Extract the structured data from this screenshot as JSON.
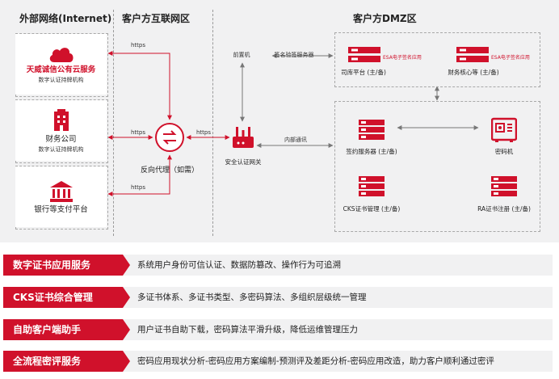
{
  "columns": {
    "internet": "外部网络(Internet)",
    "intranet": "客户方互联网区",
    "dmz": "客户方DMZ区"
  },
  "external": [
    {
      "title": "天威诚信公有云服务",
      "subtitle": "数字认证持牌机构",
      "icon": "cloud-icon",
      "accent": true
    },
    {
      "title": "财务公司",
      "subtitle": "数字认证持牌机构",
      "icon": "building-icon",
      "accent": false
    },
    {
      "title": "银行等支付平台",
      "subtitle": "",
      "icon": "bank-icon",
      "accent": false
    }
  ],
  "links": {
    "https": "https",
    "internal": "内部通讯"
  },
  "proxy": {
    "label": "反向代理（如需）",
    "icon": "exchange-arrows-icon"
  },
  "gateway": {
    "label": "安全认证网关",
    "icon": "router-icon"
  },
  "front": {
    "left_label": "前置机",
    "right_label": "签名验签服务器"
  },
  "dmz_top": [
    {
      "label": "司库平台 (主/备)",
      "app": "ESA电子签名应用",
      "icon": "server-icon"
    },
    {
      "label": "财务核心等 (主/备)",
      "app": "ESA电子签名应用",
      "icon": "server-icon"
    }
  ],
  "dmz_bottom": [
    {
      "label": "签约服务器 (主/备)",
      "icon": "server-stack-icon"
    },
    {
      "label": "密码机",
      "icon": "safe-icon"
    },
    {
      "label": "CKS证书管理 (主/备)",
      "icon": "server-stack-icon"
    },
    {
      "label": "RA证书注册 (主/备)",
      "icon": "server-stack-icon"
    }
  ],
  "features": [
    {
      "tag": "数字证书应用服务",
      "desc": "系统用户身份可信认证、数据防篡改、操作行为可追溯"
    },
    {
      "tag": "CKS证书综合管理",
      "desc": "多证书体系、多证书类型、多密码算法、多组织层级统一管理"
    },
    {
      "tag": "自助客户端助手",
      "desc": "用户证书自助下载，密码算法平滑升级，降低运维管理压力"
    },
    {
      "tag": "全流程密评服务",
      "desc": "密码应用现状分析-密码应用方案编制-预测评及差距分析-密码应用改造，助力客户顺利通过密评"
    }
  ],
  "colors": {
    "accent": "#d0112b",
    "panel": "#f1f1f2"
  }
}
